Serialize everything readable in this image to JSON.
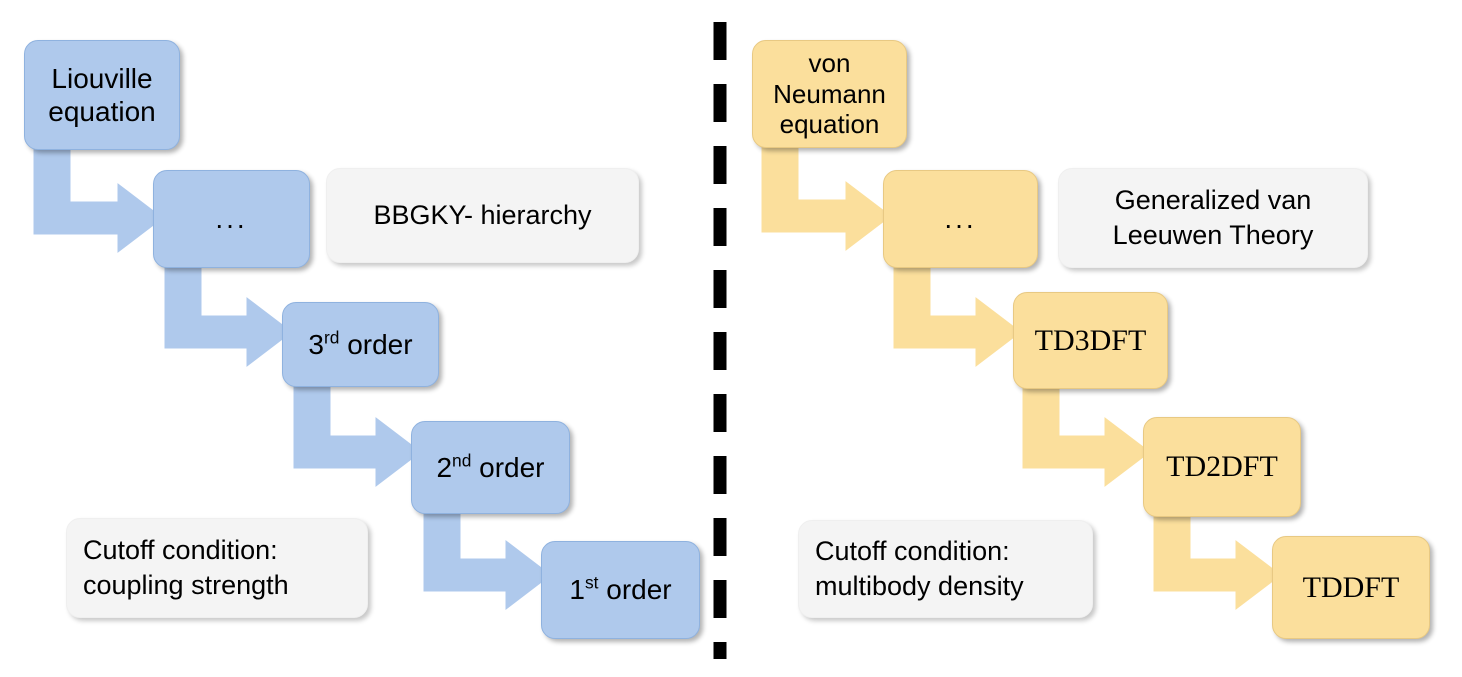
{
  "diagram": {
    "title_text": "",
    "colors": {
      "classical_node": "#AFC9EC",
      "quantum_node": "#FBDF9C",
      "callout": "#F4F4F4",
      "divider": "#000000",
      "text": "#000000"
    },
    "divider": {
      "name": "vertical-dashed-divider",
      "style": "dashed"
    },
    "left_panel": {
      "name": "classical-bbgky-hierarchy",
      "callout": "BBGKY- hierarchy",
      "cutoff_line1": "Cutoff condition:",
      "cutoff_line2": "coupling strength",
      "nodes": [
        {
          "id": "liouville",
          "line1": "Liouville",
          "line2": "equation"
        },
        {
          "id": "ellipsis",
          "line1": "...",
          "line2": ""
        },
        {
          "id": "third",
          "line1": "3",
          "sup": "rd",
          "tail": " order"
        },
        {
          "id": "second",
          "line1": "2",
          "sup": "nd",
          "tail": " order"
        },
        {
          "id": "first",
          "line1": "1",
          "sup": "st",
          "tail": " order"
        }
      ]
    },
    "right_panel": {
      "name": "quantum-generalized-van-leeuwen",
      "callout_line1": "Generalized van",
      "callout_line2": "Leeuwen Theory",
      "cutoff_line1": "Cutoff condition:",
      "cutoff_line2": "multibody density",
      "nodes": [
        {
          "id": "von-neumann",
          "line1": "von",
          "line2": "Neumann",
          "line3": "equation"
        },
        {
          "id": "ellipsis",
          "line1": "...",
          "line2": ""
        },
        {
          "id": "td3dft",
          "line1": "TD3DFT",
          "line2": ""
        },
        {
          "id": "td2dft",
          "line1": "TD2DFT",
          "line2": ""
        },
        {
          "id": "tddft",
          "line1": "TDDFT",
          "line2": ""
        }
      ]
    }
  }
}
